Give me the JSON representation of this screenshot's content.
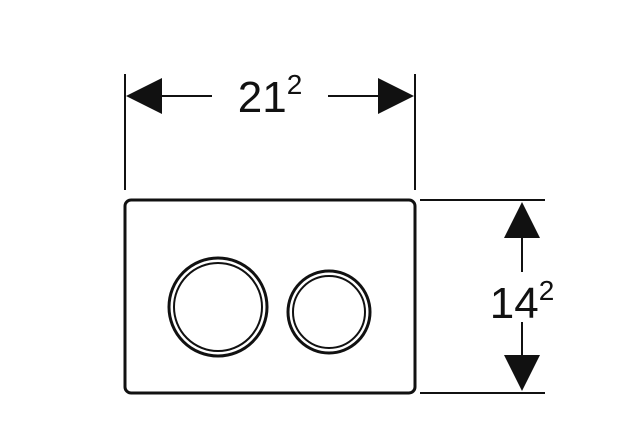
{
  "dimensions": {
    "width": {
      "value": "21",
      "exponent": "2"
    },
    "height": {
      "value": "14",
      "exponent": "2"
    }
  },
  "buttons": [
    "large-flush-button",
    "small-flush-button"
  ],
  "colors": {
    "line": "#111111",
    "background": "#ffffff"
  }
}
